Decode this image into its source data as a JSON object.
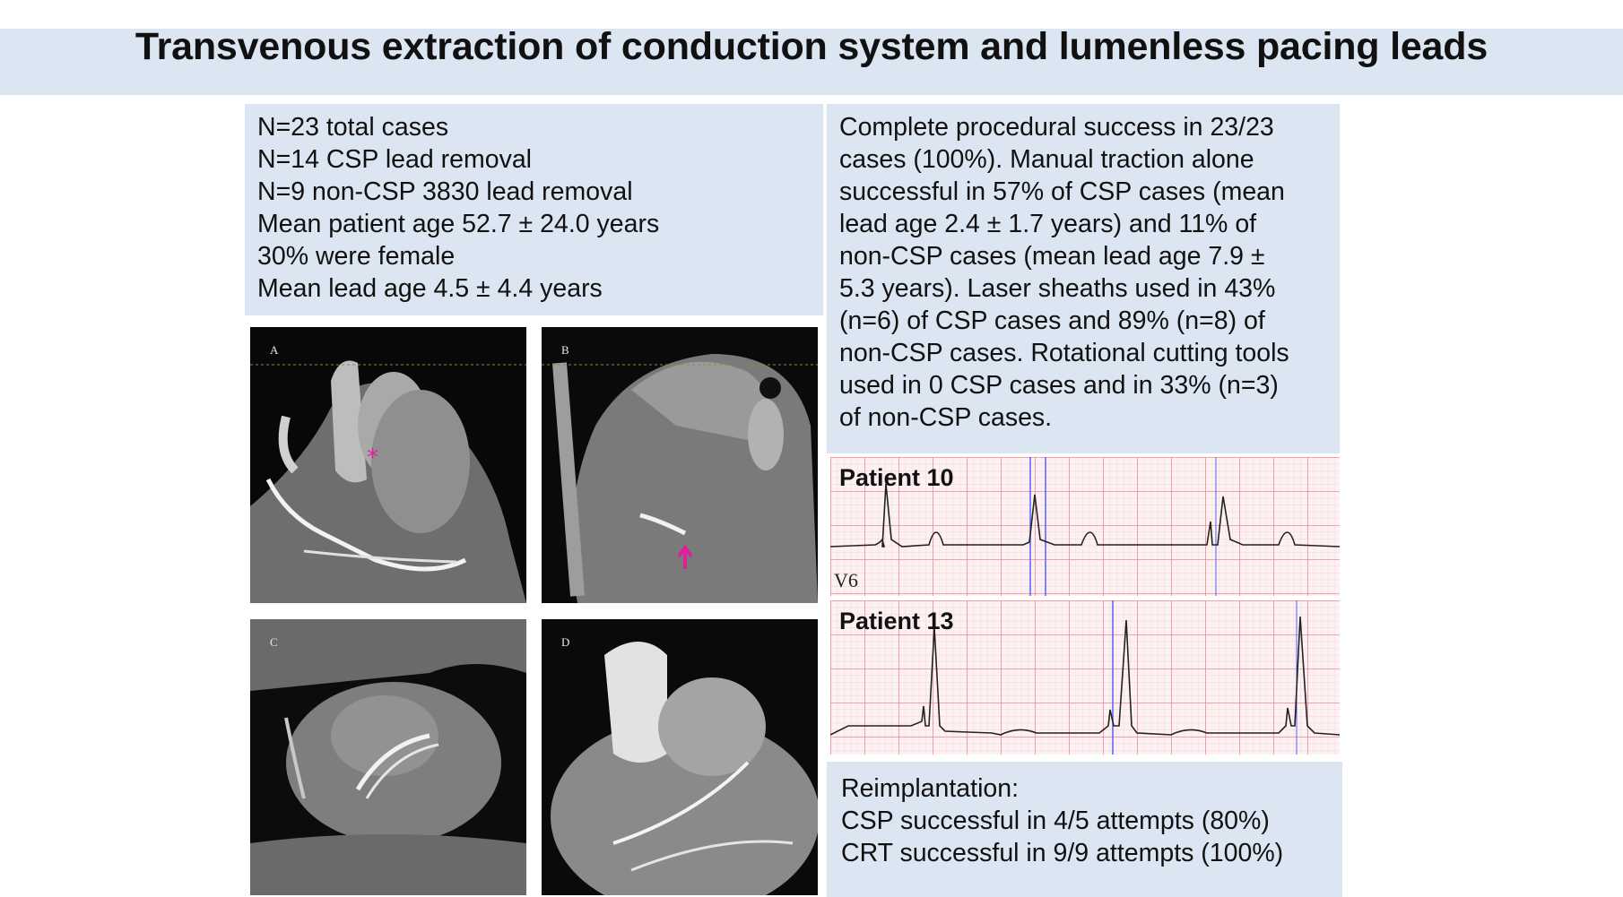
{
  "title": "Transvenous extraction of conduction system and lumenless pacing leads",
  "stats": {
    "lines": [
      "N=23 total cases",
      "N=14 CSP lead removal",
      "N=9 non-CSP 3830 lead removal",
      "Mean patient age 52.7 ± 24.0 years",
      "30% were female",
      "Mean lead age 4.5 ± 4.4 years"
    ]
  },
  "results": {
    "lines": [
      "Complete procedural success in 23/23",
      "cases (100%). Manual traction alone",
      "successful in 57% of CSP cases (mean",
      "lead age 2.4 ± 1.7 years) and 11% of",
      "non-CSP cases (mean lead age 7.9 ±",
      "5.3 years). Laser sheaths used in 43%",
      "(n=6) of CSP cases and 89% (n=8) of",
      "non-CSP cases. Rotational cutting tools",
      "used in 0 CSP cases and in 33% (n=3)",
      "of non-CSP cases."
    ]
  },
  "ct_panels": [
    {
      "letter": "A"
    },
    {
      "letter": "B"
    },
    {
      "letter": "C"
    },
    {
      "letter": "D"
    }
  ],
  "ecg": {
    "patient10": {
      "label": "Patient 10",
      "lead": "V6"
    },
    "patient13": {
      "label": "Patient 13"
    }
  },
  "reimplantation": {
    "lines": [
      "Reimplantation:",
      "CSP successful in 4/5 attempts (80%)",
      "CRT successful in 9/9 attempts (100%)"
    ]
  },
  "colors": {
    "panel_bg": "#dce6f2",
    "ecg_grid": "#f08a8a",
    "ecg_bg": "#fdf2f3",
    "marker_magenta": "#e0209a",
    "caliper_blue": "#5060ff"
  }
}
